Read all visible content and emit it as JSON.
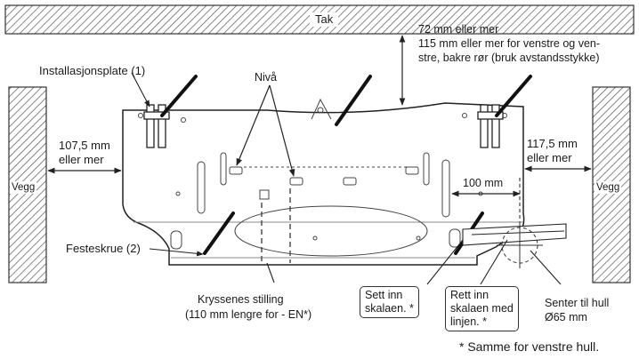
{
  "labels": {
    "ceiling": "Tak",
    "ceiling_clearance_1": "72 mm eller mer",
    "ceiling_clearance_2": "115 mm eller mer for venstre og ven-",
    "ceiling_clearance_3": "stre, bakre rør (bruk avstandsstykke)",
    "installation_plate": "Installasjonsplate (1)",
    "level": "Nivå",
    "left_clearance_1": "107,5 mm",
    "left_clearance_2": "eller mer",
    "right_clearance_1": "117,5 mm",
    "right_clearance_2": "eller mer",
    "wall_left": "Vegg",
    "wall_right": "Vegg",
    "hole_offset": "100 mm",
    "fixing_screw": "Festeskrue (2)",
    "cross_position_1": "Kryssenes stilling",
    "cross_position_2": "(110 mm lengre for - EN*)",
    "insert_scale_1": "Sett inn",
    "insert_scale_2": "skalaen. *",
    "align_scale_1": "Rett inn",
    "align_scale_2": "skalaen med",
    "align_scale_3": "linjen. *",
    "hole_center_1": "Senter til hull",
    "hole_center_2": "Ø65 mm",
    "footnote": "* Samme for venstre hull."
  }
}
